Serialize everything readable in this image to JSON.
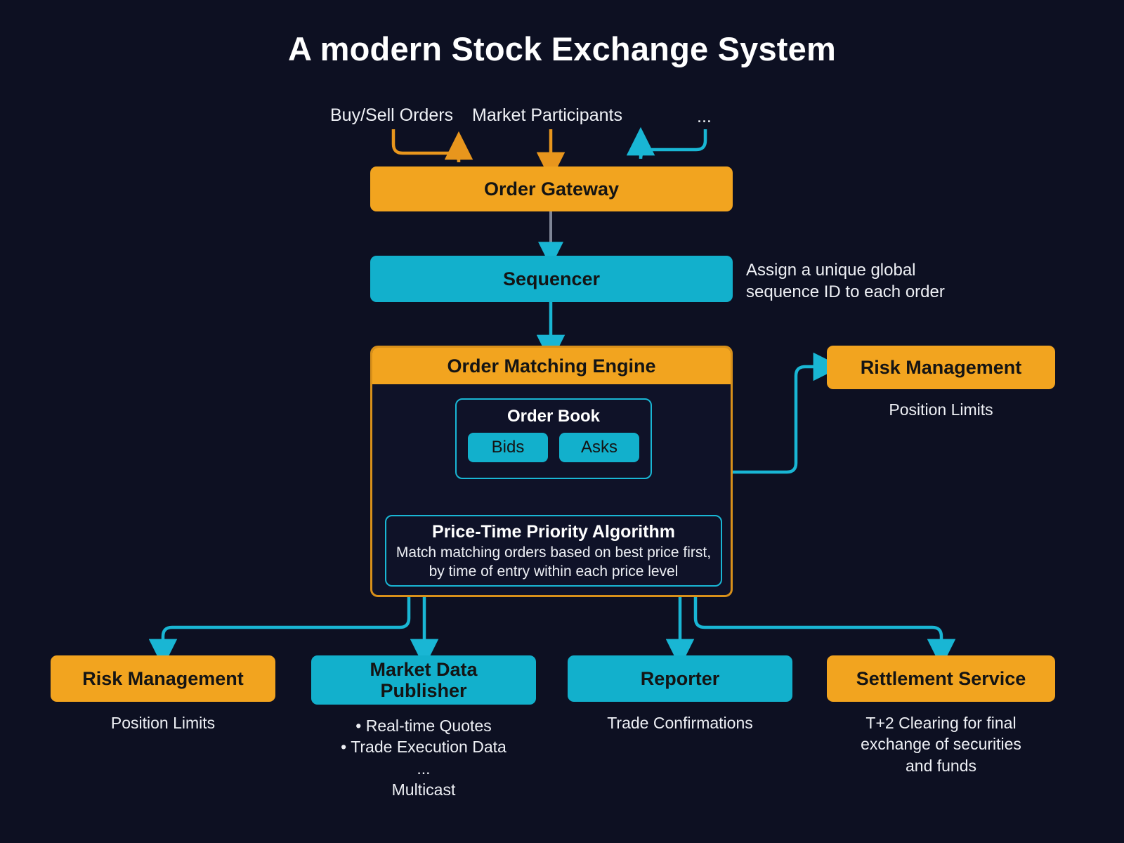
{
  "title": "A modern Stock Exchange System",
  "colors": {
    "background": "#0d1022",
    "orange": "#f2a41f",
    "cyan": "#12b0cc",
    "arrow_cyan": "#19b6d4",
    "arrow_orange": "#e8961d",
    "text_light": "#eef0f5"
  },
  "inputs": [
    {
      "label": "Buy/Sell Orders"
    },
    {
      "label": "Market Participants"
    },
    {
      "label": "..."
    }
  ],
  "nodes": {
    "order_gateway": {
      "label": "Order Gateway",
      "color": "orange"
    },
    "sequencer": {
      "label": "Sequencer",
      "color": "cyan",
      "note": "Assign a unique global\nsequence ID to each order"
    },
    "order_matching_engine": {
      "label": "Order Matching Engine",
      "color": "orange",
      "order_book": {
        "label": "Order Book",
        "chips": [
          {
            "label": "Bids"
          },
          {
            "label": "Asks"
          }
        ]
      },
      "algorithm": {
        "title": "Price-Time Priority Algorithm",
        "description": "Match matching orders based on best price first,\nby time of entry within each price level"
      }
    },
    "risk_management_right": {
      "label": "Risk Management",
      "color": "orange",
      "caption": "Position Limits"
    }
  },
  "outputs": [
    {
      "label": "Risk Management",
      "color": "orange",
      "caption": "Position Limits"
    },
    {
      "label": "Market Data\nPublisher",
      "color": "cyan",
      "caption": "• Real-time Quotes\n• Trade Execution Data\n...\nMulticast"
    },
    {
      "label": "Reporter",
      "color": "cyan",
      "caption": "Trade Confirmations"
    },
    {
      "label": "Settlement Service",
      "color": "orange",
      "caption": "T+2 Clearing for final\nexchange of securities\nand funds"
    }
  ]
}
